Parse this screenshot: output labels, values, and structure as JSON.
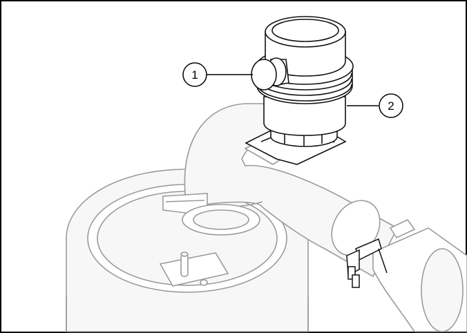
{
  "figure": {
    "callouts": [
      {
        "label": "1",
        "part": "air-vent-cap"
      },
      {
        "label": "2",
        "part": "air-vent-body"
      }
    ]
  },
  "colors": {
    "border": "#000000",
    "line_light": "#9a9a9a",
    "line_dark": "#111111",
    "fill_light": "#f7f7f7",
    "fill_white": "#ffffff"
  }
}
